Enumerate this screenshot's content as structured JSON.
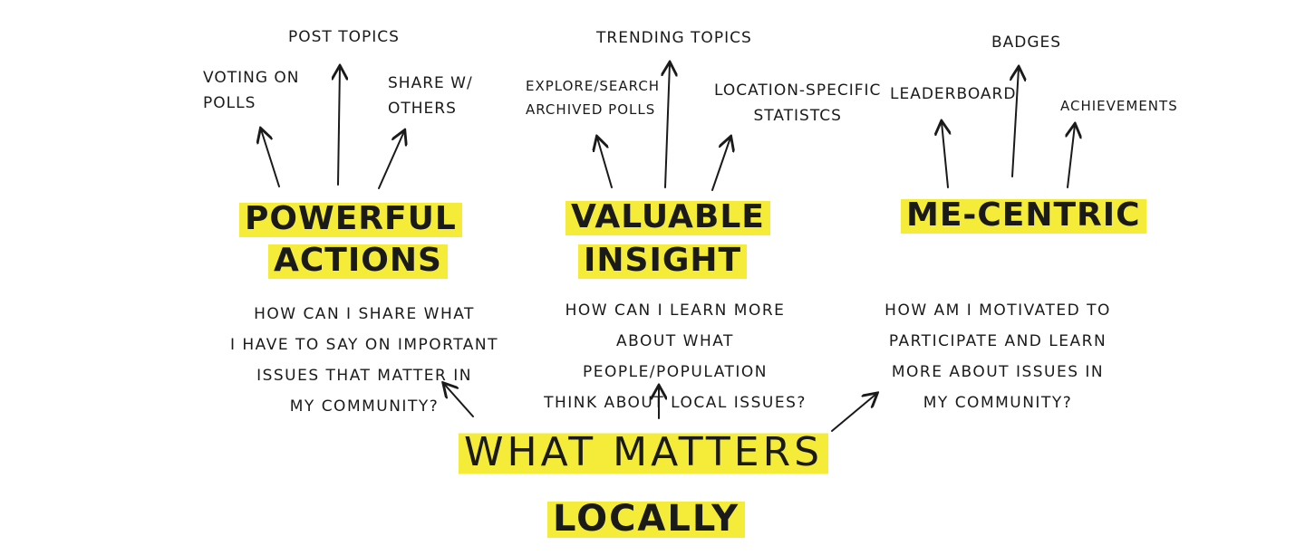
{
  "colors": {
    "highlight": "#f5ec3a",
    "ink": "#1a1a1a",
    "background": "#ffffff"
  },
  "center": {
    "line1": "WHAT MATTERS",
    "line2": "LOCALLY"
  },
  "branches": [
    {
      "title_line1": "POWERFUL",
      "title_line2": "ACTIONS",
      "question": "HOW CAN I SHARE WHAT\nI HAVE TO SAY ON IMPORTANT\nISSUES THAT MATTER IN\nMY COMMUNITY?",
      "features": [
        "VOTING ON\nPOLLS",
        "POST TOPICS",
        "SHARE W/\nOTHERS"
      ]
    },
    {
      "title_line1": "VALUABLE",
      "title_line2": "INSIGHT",
      "question": "HOW CAN I LEARN MORE\nABOUT WHAT PEOPLE/POPULATION\nTHINK ABOUT LOCAL ISSUES?",
      "features": [
        "EXPLORE/SEARCH\nARCHIVED POLLS",
        "TRENDING TOPICS",
        "LOCATION-SPECIFIC\nSTATISTCS"
      ]
    },
    {
      "title_line1": "ME-CENTRIC",
      "question": "HOW AM I MOTIVATED TO\nPARTICIPATE AND LEARN\nMORE ABOUT ISSUES IN\nMY COMMUNITY?",
      "features": [
        "LEADERBOARD",
        "BADGES",
        "ACHIEVEMENTS"
      ]
    }
  ]
}
